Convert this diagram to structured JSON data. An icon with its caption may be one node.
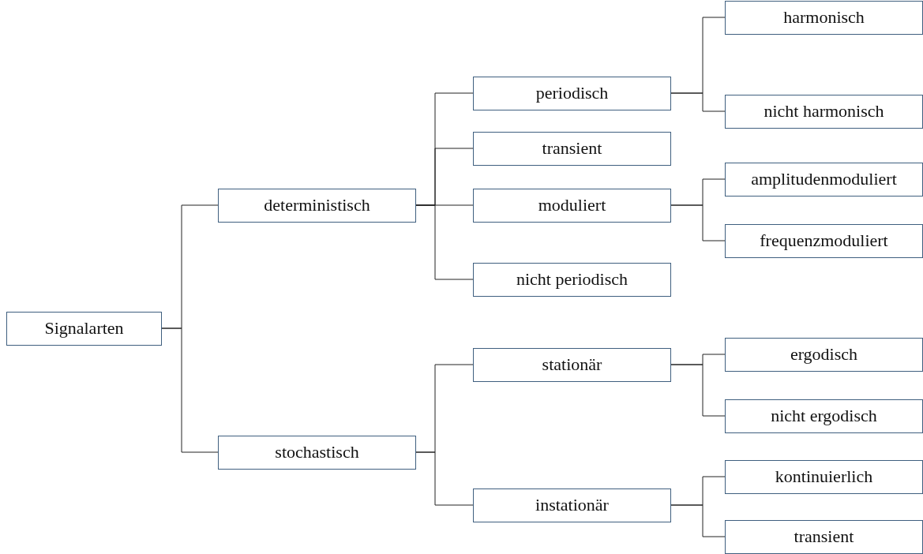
{
  "diagram": {
    "nodes": [
      {
        "text": [
          "Signalarten"
        ]
      },
      {
        "text": [
          "deterministisch"
        ]
      },
      {
        "text": [
          "periodisch"
        ]
      },
      {
        "text": [
          "harmonisch"
        ]
      },
      {
        "text": [
          "nicht harmonisch"
        ]
      },
      {
        "text": [
          "transient"
        ]
      },
      {
        "text": [
          "moduliert"
        ]
      },
      {
        "text": [
          "amplitudenmoduliert"
        ]
      },
      {
        "text": [
          "frequenzmoduliert"
        ]
      },
      {
        "text": [
          "nicht periodisch"
        ]
      },
      {
        "text": [
          "stochastisch"
        ]
      },
      {
        "text": [
          "stationär"
        ]
      },
      {
        "text": [
          "ergodisch"
        ]
      },
      {
        "text": [
          "nicht ergodisch"
        ]
      },
      {
        "text": [
          "instationär"
        ]
      },
      {
        "text": [
          "kontinuierlich"
        ]
      },
      {
        "text": [
          "transient"
        ]
      }
    ],
    "edges": [
      {
        "from": 0,
        "to": 1,
        "arrow": "none"
      },
      {
        "from": 0,
        "to": 10,
        "arrow": "none"
      },
      {
        "from": 1,
        "to": 2,
        "arrow": "none"
      },
      {
        "from": 1,
        "to": 5,
        "arrow": "none"
      },
      {
        "from": 1,
        "to": 6,
        "arrow": "none"
      },
      {
        "from": 1,
        "to": 9,
        "arrow": "none"
      },
      {
        "from": 2,
        "to": 3,
        "arrow": "none"
      },
      {
        "from": 2,
        "to": 4,
        "arrow": "none"
      },
      {
        "from": 6,
        "to": 7,
        "arrow": "none"
      },
      {
        "from": 6,
        "to": 8,
        "arrow": "none"
      },
      {
        "from": 10,
        "to": 11,
        "arrow": "none"
      },
      {
        "from": 10,
        "to": 14,
        "arrow": "none"
      },
      {
        "from": 11,
        "to": 12,
        "arrow": "none"
      },
      {
        "from": 11,
        "to": 13,
        "arrow": "none"
      },
      {
        "from": 14,
        "to": 15,
        "arrow": "none"
      },
      {
        "from": 14,
        "to": 16,
        "arrow": "none"
      }
    ]
  }
}
